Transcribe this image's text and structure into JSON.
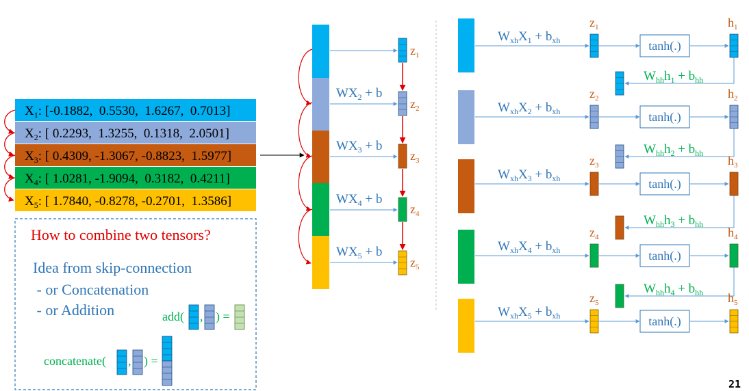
{
  "colors": {
    "c1": "#00b0f0",
    "c2": "#8eaadb",
    "c3": "#c55a11",
    "c4": "#00b050",
    "c5": "#ffc000",
    "blue_text": "#2e75b6",
    "orange_text": "#c55a11",
    "green_text": "#00b050",
    "red": "#e00000",
    "question": "#e00000"
  },
  "rows": [
    {
      "label": "X",
      "sub": "1",
      "values": ": [-0.1882,  0.5530,  1.6267,  0.7013]"
    },
    {
      "label": "X",
      "sub": "2",
      "values": ": [ 0.2293,  1.3255,  0.1318,  2.0501]"
    },
    {
      "label": "X",
      "sub": "3",
      "values": ": [ 0.4309, -1.3067, -0.8823,  1.5977]"
    },
    {
      "label": "X",
      "sub": "4",
      "values": ": [ 1.0281, -1.9094,  0.3182,  0.4211]"
    },
    {
      "label": "X",
      "sub": "5",
      "values": ": [ 1.7840, -0.8278, -0.2701,  1.3586]"
    }
  ],
  "box": {
    "question": "How to combine two tensors?",
    "idea": "Idea from skip-connection",
    "opt1": " - or Concatenation",
    "opt2": " - or Addition",
    "add_label": "add(",
    "add_mid": ",",
    "add_end": ") =",
    "concat_label": "concatenate(",
    "concat_mid": ",",
    "concat_end": ") ="
  },
  "middle": {
    "wx_prefix": "WX",
    "wx_suffix": " + b",
    "wx_subs": [
      "2",
      "3",
      "4",
      "5"
    ],
    "z_label": "z",
    "z_subs": [
      "1",
      "2",
      "3",
      "4",
      "5"
    ]
  },
  "right": {
    "w": "W",
    "w_sub": "xh",
    "x": "X",
    "b": " + b",
    "b_sub": "xh",
    "whh": "W",
    "whh_sub": "hh",
    "h": "h",
    "bhh": " + b",
    "bhh_sub": "hh",
    "tanh": "tanh(.)",
    "z_label": "z",
    "h_label": "h",
    "subs": [
      "1",
      "2",
      "3",
      "4",
      "5"
    ]
  },
  "page_number": "21"
}
